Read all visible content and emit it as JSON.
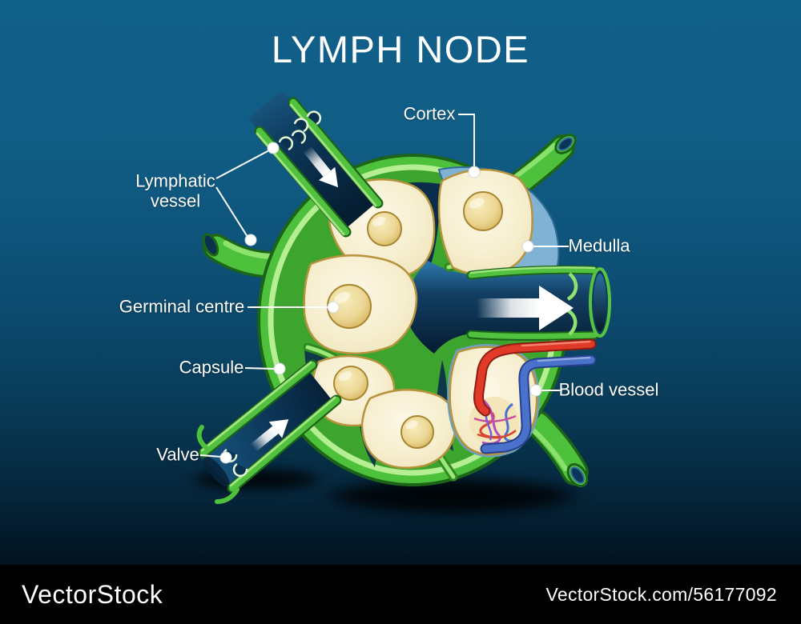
{
  "title": "LYMPH NODE",
  "diagram": {
    "subject": "Cross-section of a lymph node",
    "labels": {
      "cortex": "Cortex",
      "lymphatic_vessel": "Lymphatic vessel",
      "medulla": "Medulla",
      "germinal_centre": "Germinal centre",
      "capsule": "Capsule",
      "blood_vessel": "Blood vessel",
      "valve": "Valve"
    },
    "icons": {
      "flow_arrow_icon": "➜ white flow-direction arrow",
      "leader_dot_icon": "● white anchor dot"
    }
  },
  "colors": {
    "background_top": "#11608a",
    "background_bottom": "#000000",
    "capsule_green": "#4ec13c",
    "capsule_outline": "#1b6418",
    "capsule_inner_light": "#b6ee93",
    "interior_green": "#3da42e",
    "lobule_cream": "#f5eccb",
    "germinal_centre_gold": "#e9d28b",
    "sinus_navy": "#0a3150",
    "medulla_blue": "#7fb2d3",
    "artery_red": "#e23a28",
    "vein_blue": "#4a72cb",
    "label_text": "#ffffff",
    "footer_background": "#000000"
  },
  "footer": {
    "brand": "VectorStock",
    "attribution": "VectorStock.com/56177092"
  }
}
